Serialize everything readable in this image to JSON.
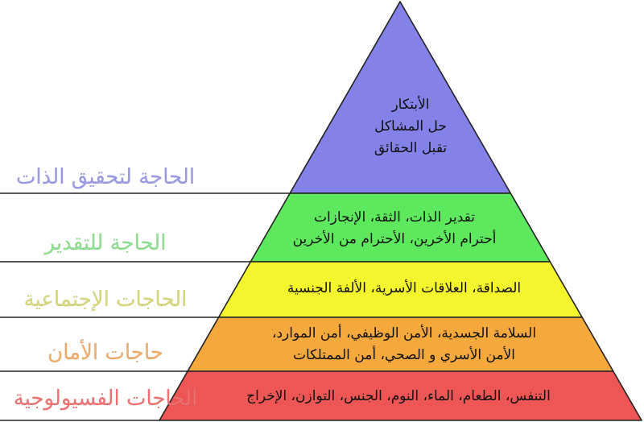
{
  "pyramid": {
    "tiers": [
      {
        "name": "self-actualization",
        "color": "#8282e8",
        "lines": [
          "الأبتكار",
          "حل المشاكل",
          "تقبل الحقائق"
        ]
      },
      {
        "name": "esteem",
        "color": "#5ee85e",
        "lines": [
          "تقدير الذات، الثقة، الإنجازات",
          "أحترام الأخرين، الأحترام من الأخرين"
        ]
      },
      {
        "name": "social",
        "color": "#f5f52e",
        "lines": [
          "الصداقة، العلاقات الأسرية، الألفة الجنسية"
        ]
      },
      {
        "name": "safety",
        "color": "#f5a83c",
        "lines": [
          "السلامة الجسدية، الأمن الوظيفي، أمن الموارد،",
          "الأمن الأسري و الصحي، أمن الممتلكات"
        ]
      },
      {
        "name": "physiological",
        "color": "#ee5555",
        "lines": [
          "التنفس، الطعام، الماء، النوم، الجنس، التوازن، الإخراج"
        ]
      }
    ]
  },
  "side_labels": [
    {
      "text": "الحاجة لتحقيق الذات",
      "color": "#9a9ae6"
    },
    {
      "text": "الحاجة للتقدير",
      "color": "#8ee08e"
    },
    {
      "text": "الحاجات الإجتماعية",
      "color": "#d8d878"
    },
    {
      "text": "حاجات الأمان",
      "color": "#f0ac66"
    },
    {
      "text": "الحاجات الفسيولوجية",
      "color": "#ee7272"
    }
  ]
}
